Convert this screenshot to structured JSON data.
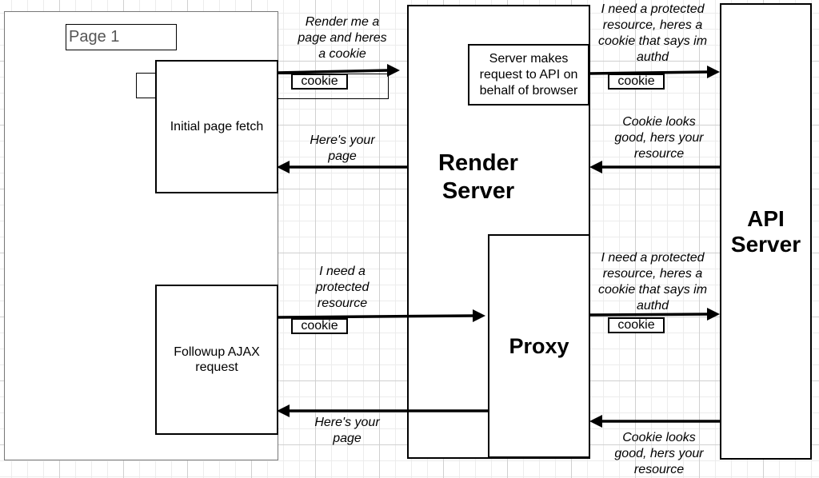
{
  "page": {
    "title": "Page 1"
  },
  "boxes": {
    "initial_fetch": "Initial page fetch",
    "ajax_request": [
      "Followup AJAX",
      "request"
    ],
    "render_server": [
      "Render",
      "Server"
    ],
    "api_request_note": [
      "Server makes",
      "request to API on",
      "behalf of browser"
    ],
    "proxy": "Proxy",
    "api_server": [
      "API",
      "Server"
    ]
  },
  "messages": {
    "render_request": [
      "Render me a",
      "page and heres",
      "a cookie"
    ],
    "page_response_1": [
      "Here's your",
      "page"
    ],
    "api_request_1": [
      "I need a protected",
      "resource, heres a",
      "cookie that says im",
      "authd"
    ],
    "api_response_1": [
      "Cookie looks",
      "good, hers your",
      "resource"
    ],
    "ajax_request": [
      "I need a",
      "protected",
      "resource"
    ],
    "page_response_2": [
      "Here's your",
      "page"
    ],
    "api_request_2": [
      "I need a protected",
      "resource, heres a",
      "cookie that says im",
      "authd"
    ],
    "api_response_2": [
      "Cookie looks",
      "good, hers your",
      "resource"
    ]
  },
  "cookie_label": "cookie"
}
